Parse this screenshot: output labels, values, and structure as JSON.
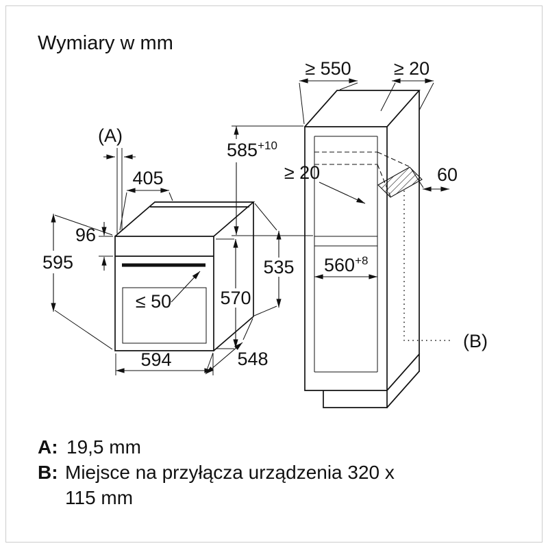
{
  "page": {
    "title": "Wymiary w mm"
  },
  "diagram": {
    "oven": {
      "callout_a": "(A)",
      "dim_top_depth": "405",
      "dim_panel_height": "96",
      "dim_height": "595",
      "dim_handle": "≤ 50",
      "dim_body_height": "570",
      "dim_body_rear_height": "535",
      "dim_width": "594",
      "dim_depth": "548"
    },
    "niche": {
      "dim_depth_min": "≥ 550",
      "dim_top_gap": "≥ 20",
      "dim_height": "585",
      "dim_height_tolerance": "+10",
      "dim_rear_gap": "≥ 20",
      "dim_channel_depth": "60",
      "dim_width": "560",
      "dim_width_tolerance": "+8",
      "callout_b": "(B)"
    }
  },
  "legend": {
    "a_key": "A:",
    "a_value": "19,5 mm",
    "b_key": "B:",
    "b_value_line1": "Miejsce na przyłącza urządzenia 320 x",
    "b_value_line2": "115 mm"
  }
}
